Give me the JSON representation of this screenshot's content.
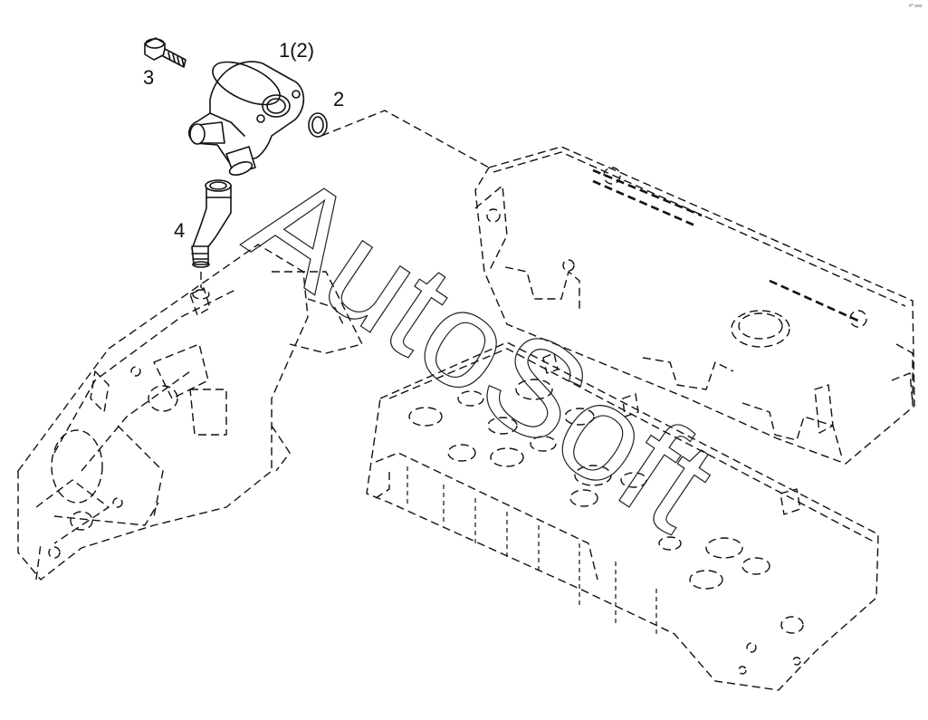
{
  "callouts": [
    {
      "id": "part-1",
      "text": "1(2)"
    },
    {
      "id": "part-2",
      "text": "2"
    },
    {
      "id": "part-3",
      "text": "3"
    },
    {
      "id": "part-4",
      "text": "4"
    }
  ],
  "watermark": "AutoSoft",
  "corner_mark": "#* ooo",
  "colors": {
    "line": "#111111",
    "background": "#ffffff"
  }
}
